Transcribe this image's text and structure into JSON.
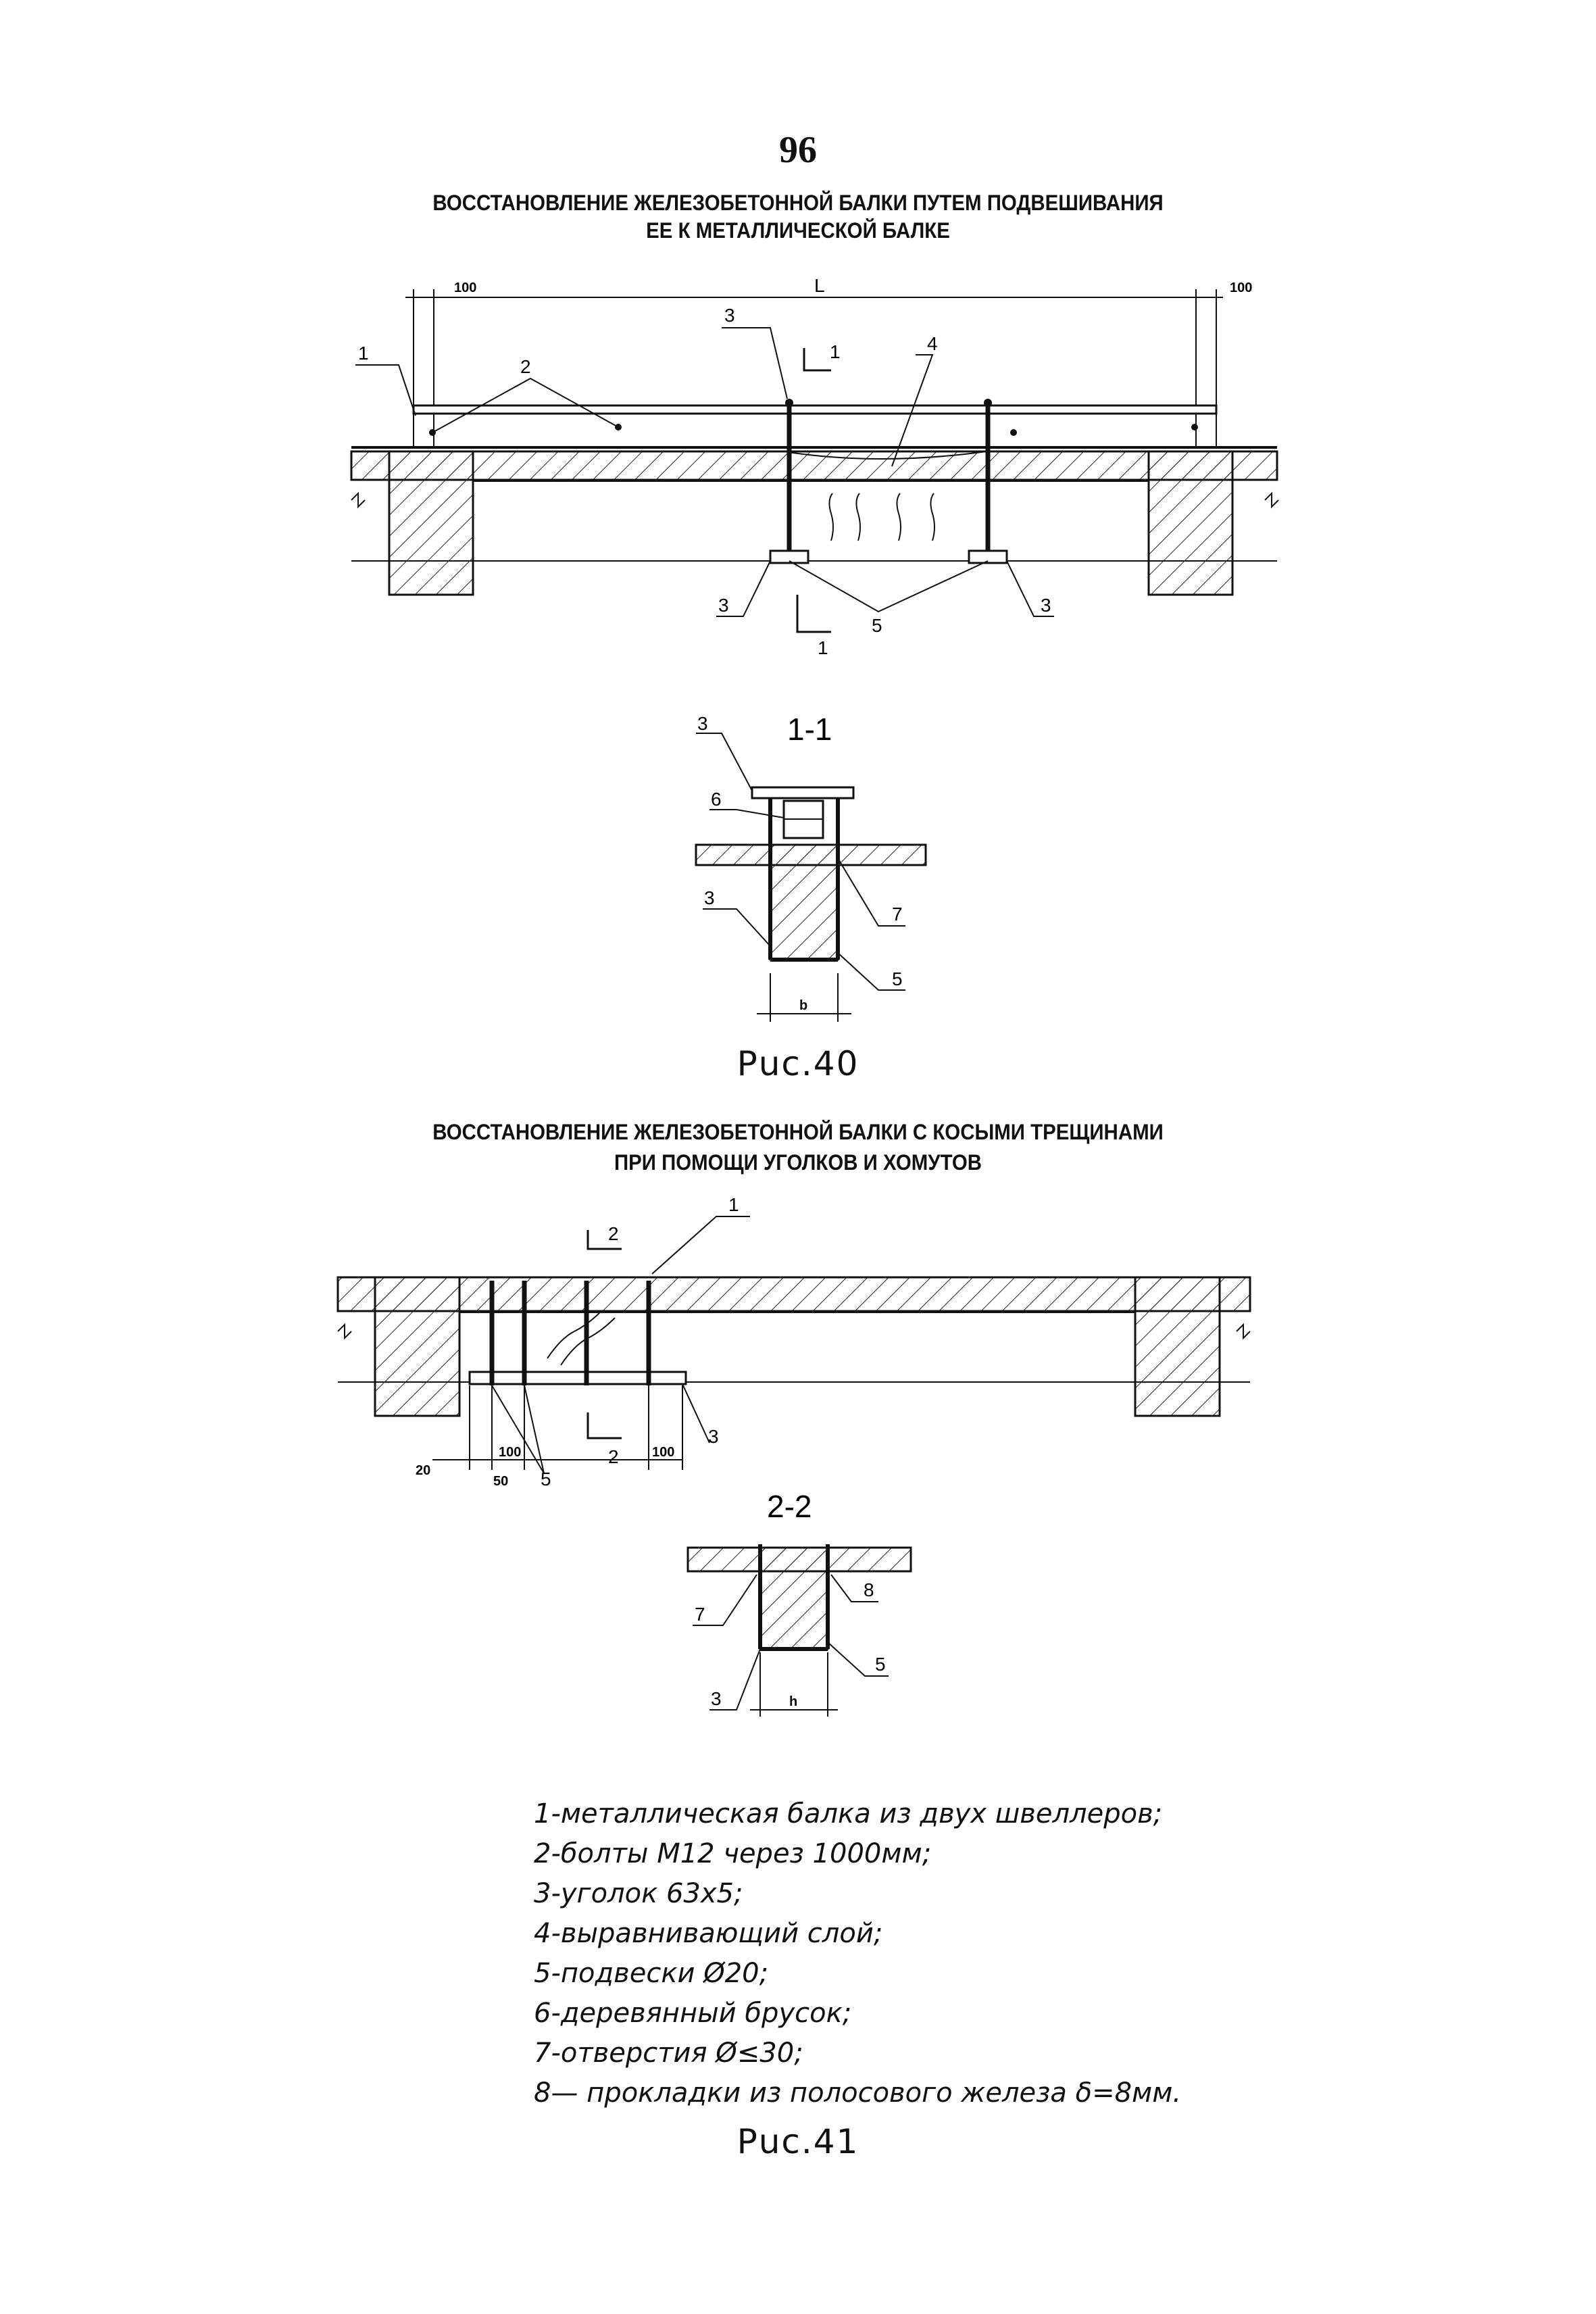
{
  "page_number": "96",
  "figure40": {
    "title_line1": "ВОССТАНОВЛЕНИЕ ЖЕЛЕЗОБЕТОННОЙ БАЛКИ ПУТЕМ ПОДВЕШИВАНИЯ",
    "title_line2": "ЕЕ К МЕТАЛЛИЧЕСКОЙ БАЛКЕ",
    "caption": "Рuc.40",
    "section_label": "1-1",
    "labels": {
      "dim_left": "100",
      "dim_span": "L",
      "dim_right": "100",
      "l1": "1",
      "l2": "2",
      "l3_top": "3",
      "l4": "4",
      "sec1_top": "1",
      "l3_bl": "3",
      "l5": "5",
      "l3_br": "3",
      "sec1_bot": "1",
      "s_l3_top": "3",
      "s_l6": "6",
      "s_l3_mid": "3",
      "s_l7": "7",
      "s_l5": "5",
      "s_b": "b"
    }
  },
  "figure41": {
    "title_line1": "ВОССТАНОВЛЕНИЕ ЖЕЛЕЗОБЕТОННОЙ БАЛКИ С КОСЫМИ ТРЕЩИНАМИ",
    "title_line2": "ПРИ ПОМОЩИ УГОЛКОВ И ХОМУТОВ",
    "caption": "Рuc.41",
    "section_label": "2-2",
    "labels": {
      "sec2_top": "2",
      "l1": "1",
      "d20": "20",
      "d50": "50",
      "d100a": "100",
      "l5": "5",
      "sec2_bot": "2",
      "d100b": "100",
      "l3": "3",
      "s_l7": "7",
      "s_l8": "8",
      "s_l3": "3",
      "s_l5": "5",
      "s_h": "h"
    }
  },
  "legend": [
    "1-металлическая балка из двух швеллеров;",
    "2-болты М12 через 1000мм;",
    "3-уголок 63х5;",
    "4-выравнивающий слой;",
    "5-подвески Ø20;",
    "6-деревянный брусок;",
    "7-отверстия Ø≤30;",
    "8— прокладки из полосового железа δ=8мм."
  ]
}
